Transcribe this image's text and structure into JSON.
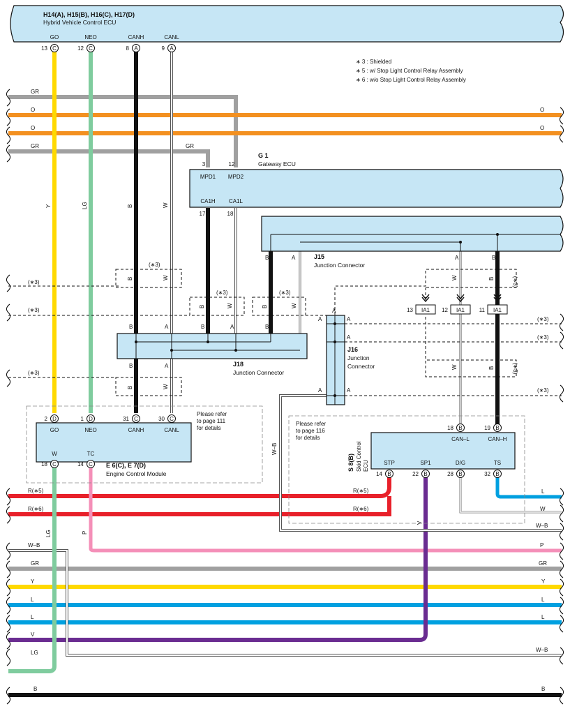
{
  "hv_ecu": {
    "title": "H14(A), H15(B), H16(C), H17(D)",
    "subtitle": "Hybrid Vehicle Control ECU",
    "pins": [
      {
        "name": "GO",
        "num": "13",
        "conn": "C"
      },
      {
        "name": "NEO",
        "num": "12",
        "conn": "C"
      },
      {
        "name": "CANH",
        "num": "8",
        "conn": "A"
      },
      {
        "name": "CANL",
        "num": "9",
        "conn": "A"
      }
    ]
  },
  "legend": [
    "∗ 3 : Shielded",
    "∗ 5 : w/ Stop Light Control Relay Assembly",
    "∗ 6 : w/o Stop Light Control Relay Assembly"
  ],
  "gateway": {
    "id": "G 1",
    "name": "Gateway ECU",
    "pins_top": [
      {
        "num": "3",
        "name": "MPD1"
      },
      {
        "num": "12",
        "name": "MPD2"
      }
    ],
    "pins_bottom": [
      {
        "num": "17",
        "name": "CA1H"
      },
      {
        "num": "18",
        "name": "CA1L"
      }
    ]
  },
  "j15": {
    "id": "J15",
    "name": "Junction Connector"
  },
  "j16": {
    "id": "J16",
    "name1": "Junction",
    "name2": "Connector"
  },
  "j18": {
    "id": "J18",
    "name": "Junction Connector"
  },
  "ecm": {
    "title": "E 6(C), E 7(D)",
    "subtitle": "Engine Control Module",
    "pins_top": [
      {
        "num": "2",
        "conn": "D",
        "name": "GO"
      },
      {
        "num": "1",
        "conn": "D",
        "name": "NEO"
      },
      {
        "num": "31",
        "conn": "C",
        "name": "CANH"
      },
      {
        "num": "30",
        "conn": "C",
        "name": "CANL"
      }
    ],
    "pins_bottom": [
      {
        "num": "18",
        "conn": "C",
        "name": "W"
      },
      {
        "num": "14",
        "conn": "C",
        "name": "TC"
      }
    ],
    "note": [
      "Please refer",
      "to page 111",
      "for details"
    ]
  },
  "skid": {
    "title": "S 8(B)",
    "name1": "Skid Control",
    "name2": "ECU",
    "pins_top": [
      {
        "num": "18",
        "conn": "B",
        "name": "CAN–L"
      },
      {
        "num": "19",
        "conn": "B",
        "name": "CAN–H"
      }
    ],
    "pins_bottom": [
      {
        "num": "14",
        "conn": "B",
        "name": "STP"
      },
      {
        "num": "22",
        "conn": "B",
        "name": "SP1"
      },
      {
        "num": "28",
        "conn": "B",
        "name": "D/G"
      },
      {
        "num": "32",
        "conn": "B",
        "name": "TS"
      }
    ],
    "note": [
      "Please refer",
      "to page 116",
      "for details"
    ]
  },
  "ia1": [
    {
      "num": "13",
      "label": "IA1"
    },
    {
      "num": "12",
      "label": "IA1"
    },
    {
      "num": "11",
      "label": "IA1"
    }
  ],
  "shield_note": "(∗3)",
  "wire_labels": {
    "Y": "Y",
    "LG": "LG",
    "B": "B",
    "W": "W",
    "GR": "GR",
    "O": "O",
    "A": "A",
    "WB": "W–B",
    "P": "P",
    "V": "V",
    "L": "L",
    "R5": "R(∗5)",
    "R6": "R(∗6)"
  },
  "colors": {
    "ecu_fill": "#c6e6f5",
    "yellow": "#ffd900",
    "lightgreen": "#7fcc9e",
    "gray": "#a0a0a0",
    "orange": "#f39020",
    "red": "#e8202a",
    "pink": "#f48fb8",
    "purple": "#6a2c91",
    "blue": "#00a0e0",
    "black": "#1a1a1a"
  }
}
